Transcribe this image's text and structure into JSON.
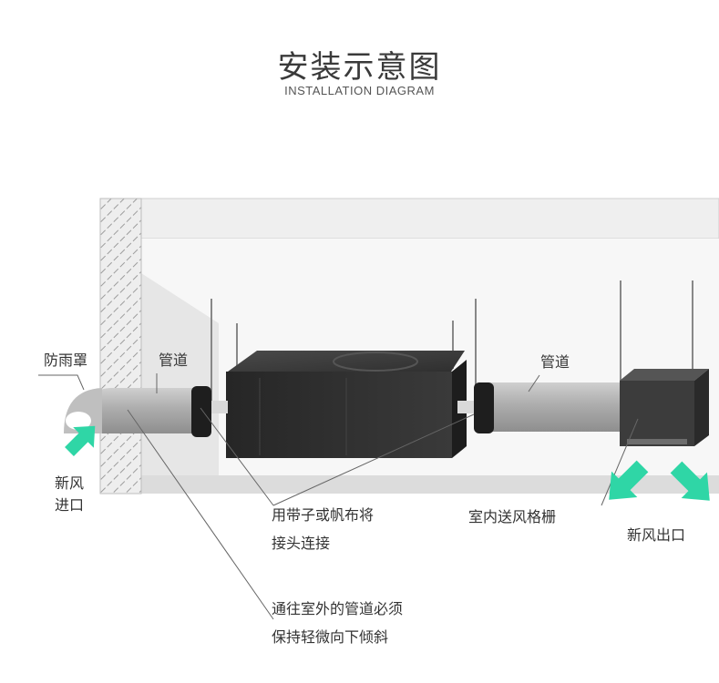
{
  "title": "安装示意图",
  "subtitle": "INSTALLATION DIAGRAM",
  "labels": {
    "rain_cover": "防雨罩",
    "duct_left": "管道",
    "duct_right": "管道",
    "fresh_air_inlet_1": "新风",
    "fresh_air_inlet_2": "进口",
    "tape_note_1": "用带子或帆布将",
    "tape_note_2": "接头连接",
    "indoor_grille": "室内送风格栅",
    "fresh_air_outlet": "新风出口",
    "slope_note_1": "通往室外的管道必须",
    "slope_note_2": "保持轻微向下倾斜"
  },
  "colors": {
    "arrow": "#2fd6a6",
    "duct": "#a9a9a9",
    "unit": "#2b2b2b"
  }
}
